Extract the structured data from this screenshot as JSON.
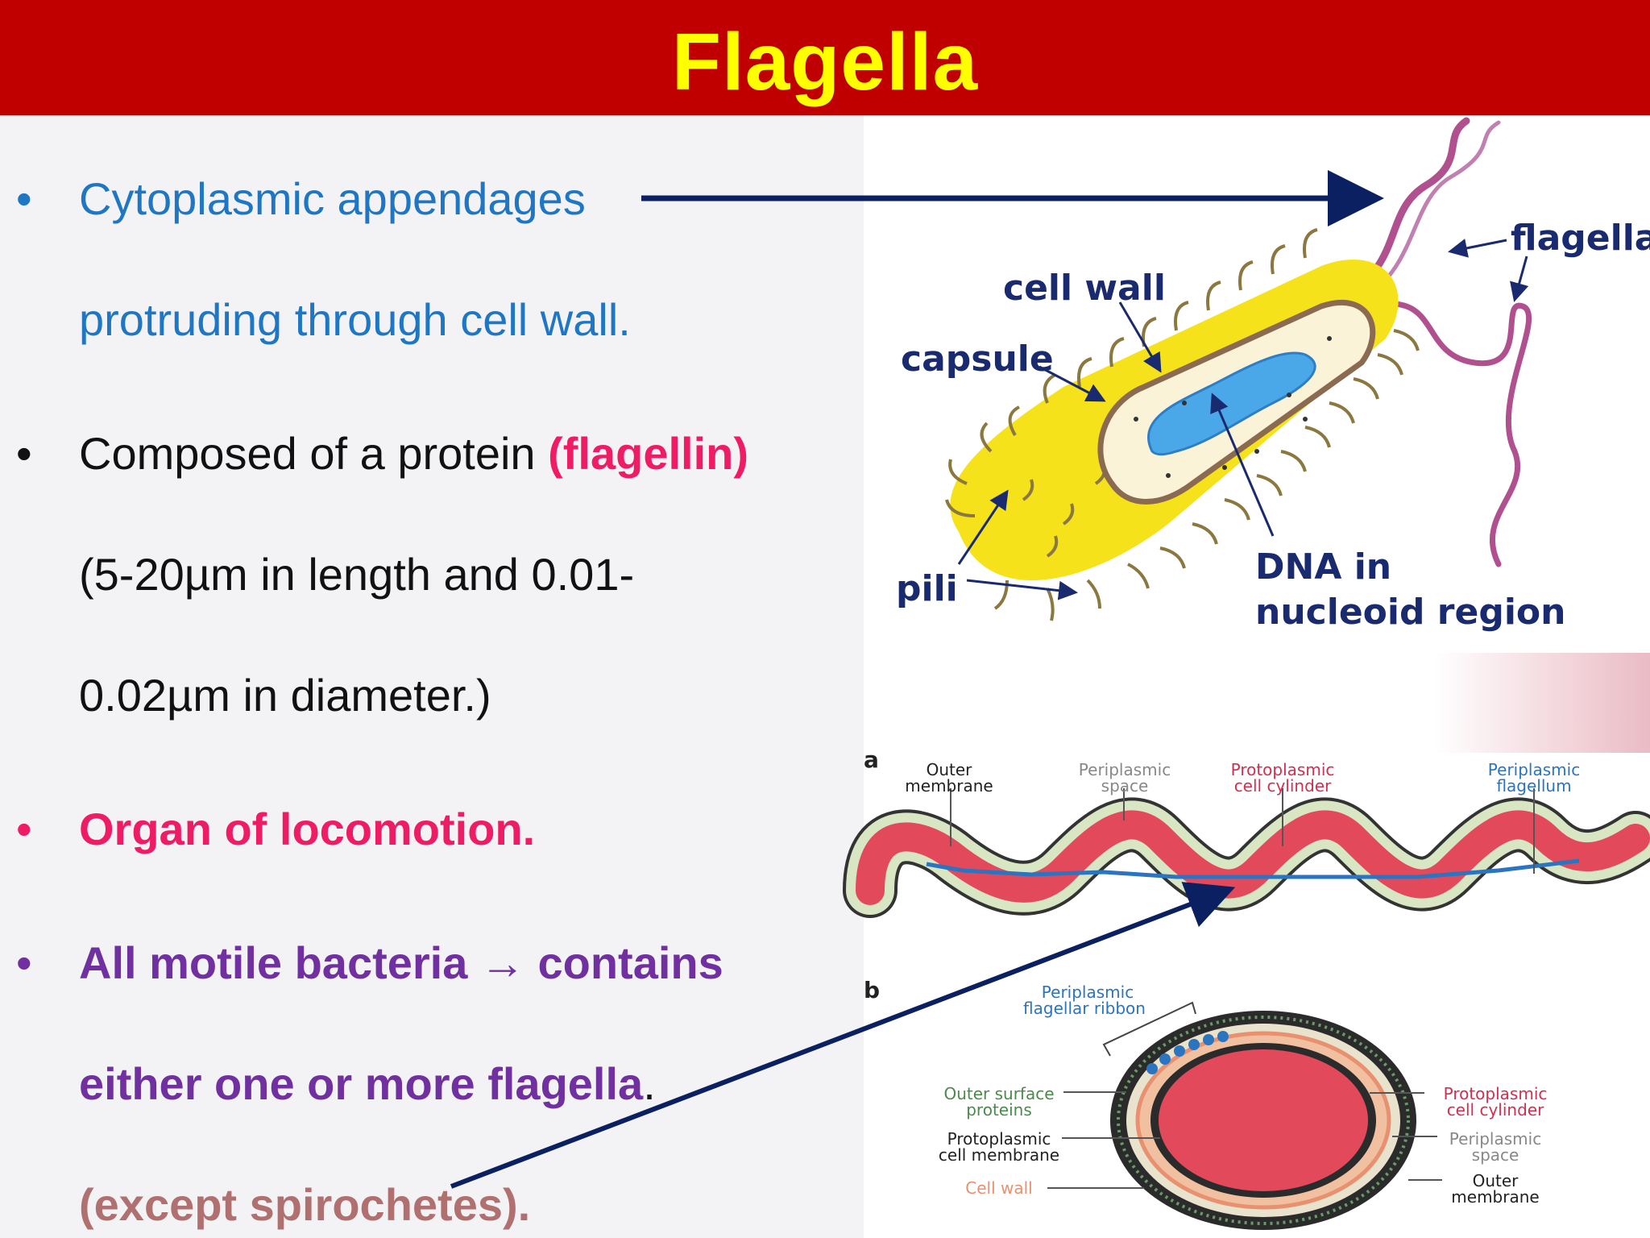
{
  "slide": {
    "title": "Flagella",
    "colors": {
      "title_bar": "#c00000",
      "title_text": "#ffff00",
      "blue": "#1f77c4",
      "pink": "#ee1c64",
      "purple": "#7030a0",
      "brown": "#b07070"
    }
  },
  "bullets": [
    {
      "bullet": "•",
      "lines": [
        "Cytoplasmic appendages",
        "protruding through cell wall."
      ]
    },
    {
      "bullet": "•",
      "text_before": "Composed of a protein ",
      "highlight": "(flagellin)",
      "lines": [
        "(5-20µm in length and 0.01-",
        "0.02µm in diameter.)"
      ]
    },
    {
      "bullet": "•",
      "lines": [
        "Organ of locomotion."
      ]
    },
    {
      "bullet": "•",
      "lines": [
        "All motile bacteria → contains",
        "either one or more flagella",
        "(except spirochetes)."
      ],
      "trailing_dot": "."
    }
  ],
  "diagram_top": {
    "labels": {
      "flagella": "flagella",
      "cell_wall": "cell wall",
      "capsule": "capsule",
      "pili": "pili",
      "dna_line1": "DNA in",
      "dna_line2": "nucleoid region"
    }
  },
  "diagram_a": {
    "panel_letter": "a",
    "labels": {
      "outer_membrane": [
        "Outer",
        "membrane"
      ],
      "periplasmic_space": [
        "Periplasmic",
        "space"
      ],
      "protoplasmic_cylinder": [
        "Protoplasmic",
        "cell cylinder"
      ],
      "periplasmic_flagellum": [
        "Periplasmic",
        "flagellum"
      ]
    }
  },
  "diagram_b": {
    "panel_letter": "b",
    "labels": {
      "ribbon": [
        "Periplasmic",
        "flagellar ribbon"
      ],
      "outer_surface": [
        "Outer surface",
        "proteins"
      ],
      "proto_membrane": [
        "Protoplasmic",
        "cell membrane"
      ],
      "cell_wall": [
        "Cell wall"
      ],
      "proto_cylinder": [
        "Protoplasmic",
        "cell cylinder"
      ],
      "peri_space": [
        "Periplasmic",
        "space"
      ],
      "outer_membrane": [
        "Outer",
        "membrane"
      ]
    }
  }
}
